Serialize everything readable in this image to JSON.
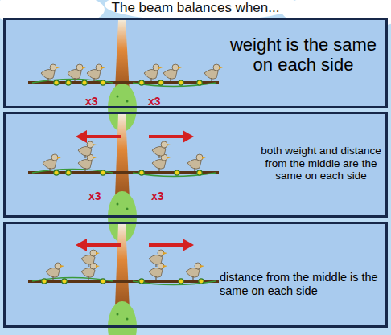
{
  "diagram": {
    "title": "The beam balances when...",
    "nodes": [
      {
        "text": [
          "weight is the same on each side"
        ]
      },
      {
        "text": [
          "both weight and distance from the middle are the same on each side"
        ]
      },
      {
        "text": [
          "distance from the middle is the same on each side"
        ]
      }
    ],
    "labels": [
      "x3",
      "x3",
      "x3",
      "x3"
    ]
  }
}
